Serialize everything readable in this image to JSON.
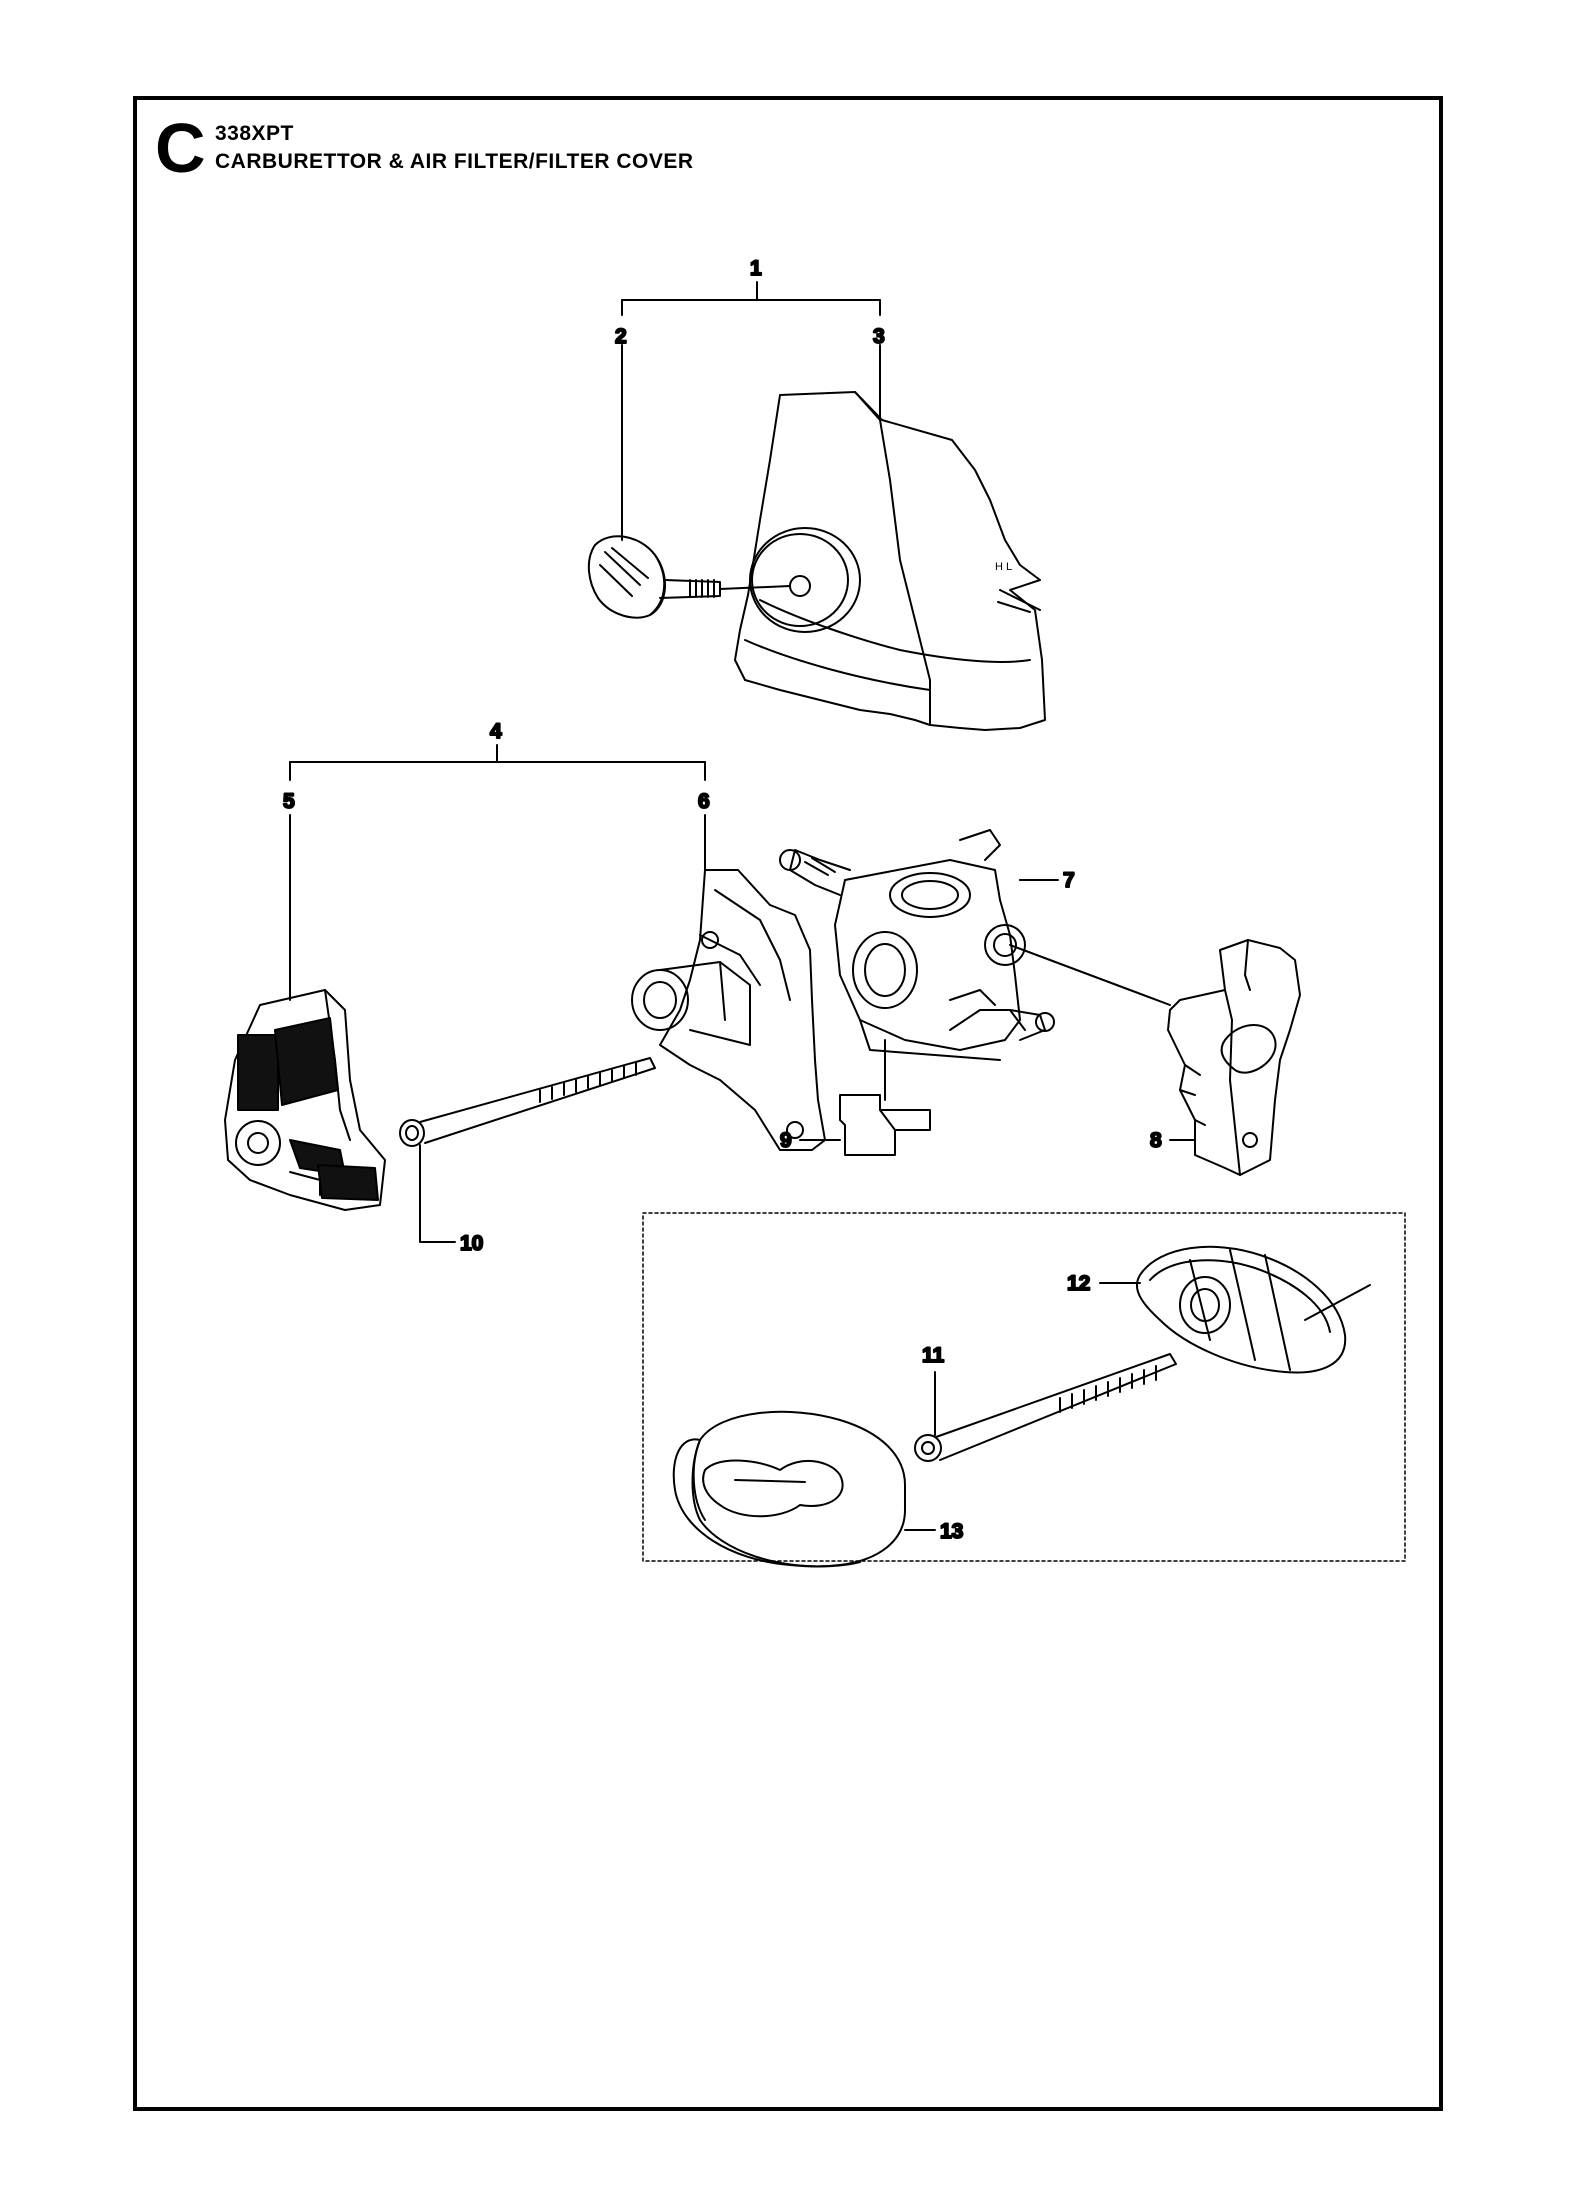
{
  "header": {
    "section_letter": "C",
    "model": "338XPT",
    "title": "CARBURETTOR & AIR FILTER/FILTER COVER"
  },
  "callouts": [
    "1",
    "2",
    "3",
    "4",
    "5",
    "6",
    "7",
    "8",
    "9",
    "10",
    "11",
    "12",
    "13"
  ],
  "cover_marking": "H L",
  "colors": {
    "line": "#000000",
    "background": "#ffffff",
    "dark_fill": "#111111"
  }
}
